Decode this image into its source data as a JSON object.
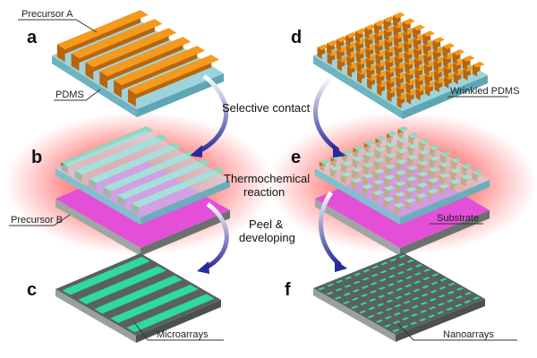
{
  "panels": {
    "a": {
      "letter": "a",
      "label_top": "Precursor A",
      "label_bottom": "PDMS"
    },
    "b": {
      "letter": "b",
      "label": "Precursor B"
    },
    "c": {
      "letter": "c",
      "label": "Microarrays"
    },
    "d": {
      "letter": "d",
      "label": "Wrinkled PDMS"
    },
    "e": {
      "letter": "e",
      "label": "Substrate"
    },
    "f": {
      "letter": "f",
      "label": "Nanoarrays"
    }
  },
  "steps": {
    "contact": "Selective contact",
    "reaction_1": "Thermochemical",
    "reaction_2": "reaction",
    "peel_1": "Peel &",
    "peel_2": "developing"
  },
  "colors": {
    "orange": "#f59a1c",
    "pdms": "#86c6d2",
    "green": "#2fd9a0",
    "gray": "#5a615f",
    "magenta": "#e44fd8",
    "glow": "#ff3030",
    "arrow": "#3a3aa8"
  }
}
